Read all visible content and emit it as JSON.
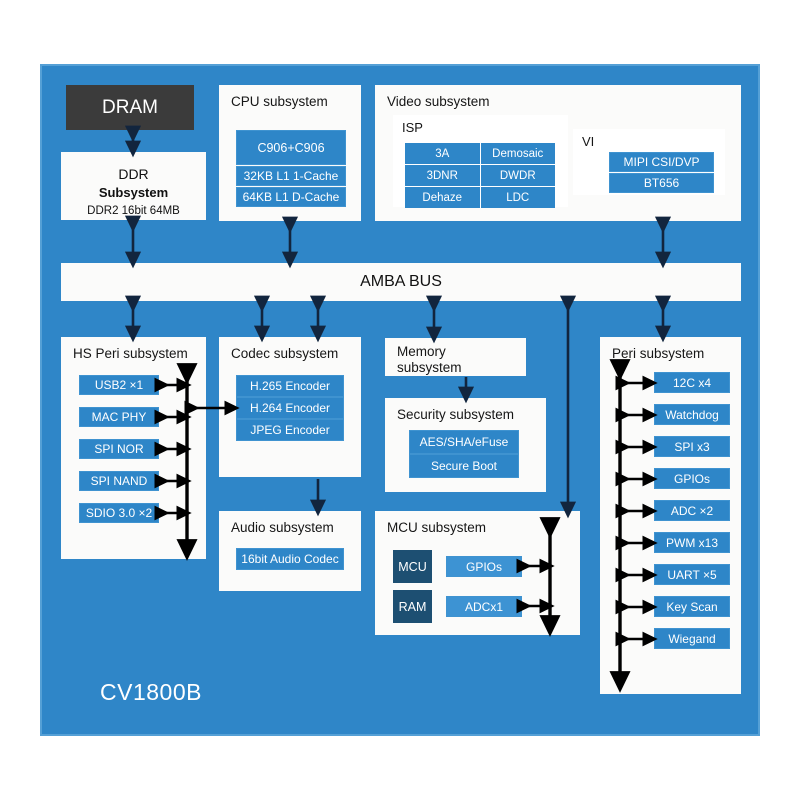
{
  "diagram": {
    "chip_label": "CV1800B",
    "background_color": "#2f86c8",
    "block_color": "#2e86c8",
    "dram_color": "#3b3b3b",
    "navy_color": "#1d4f72"
  },
  "dram": {
    "label": "DRAM"
  },
  "ddr": {
    "line1": "DDR",
    "line2": "Subsystem",
    "line3": "DDR2 16bit 64MB"
  },
  "bus": {
    "label": "AMBA BUS"
  },
  "cpu": {
    "title": "CPU subsystem",
    "core": "C906+C906",
    "items": [
      "32KB L1 1-Cache",
      "64KB L1 D-Cache"
    ]
  },
  "video": {
    "title": "Video subsystem",
    "isp": {
      "title": "ISP",
      "items": [
        "3A",
        "Demosaic",
        "3DNR",
        "DWDR",
        "Dehaze",
        "LDC"
      ]
    },
    "vi": {
      "title": "VI",
      "items": [
        "MIPI CSI/DVP",
        "BT656"
      ]
    }
  },
  "hs_peri": {
    "title": "HS Peri subsystem",
    "items": [
      "USB2 ×1",
      "MAC PHY",
      "SPI NOR",
      "SPI NAND",
      "SDIO 3.0 ×2"
    ]
  },
  "codec": {
    "title": "Codec subsystem",
    "items": [
      "H.265 Encoder",
      "H.264 Encoder",
      "JPEG Encoder"
    ]
  },
  "audio": {
    "title": "Audio subsystem",
    "items": [
      "16bit Audio Codec"
    ]
  },
  "memory": {
    "title": "Memory\nsubsystem"
  },
  "security": {
    "title": "Security subsystem",
    "items": [
      "AES/SHA/eFuse",
      "Secure Boot"
    ]
  },
  "mcu": {
    "title": "MCU subsystem",
    "cores": [
      "MCU",
      "RAM"
    ],
    "items": [
      "GPIOs",
      "ADCx1"
    ]
  },
  "peri": {
    "title": "Peri subsystem",
    "items": [
      "12C x4",
      "Watchdog",
      "SPI x3",
      "GPIOs",
      "ADC ×2",
      "PWM x13",
      "UART ×5",
      "Key Scan",
      "Wiegand"
    ]
  }
}
